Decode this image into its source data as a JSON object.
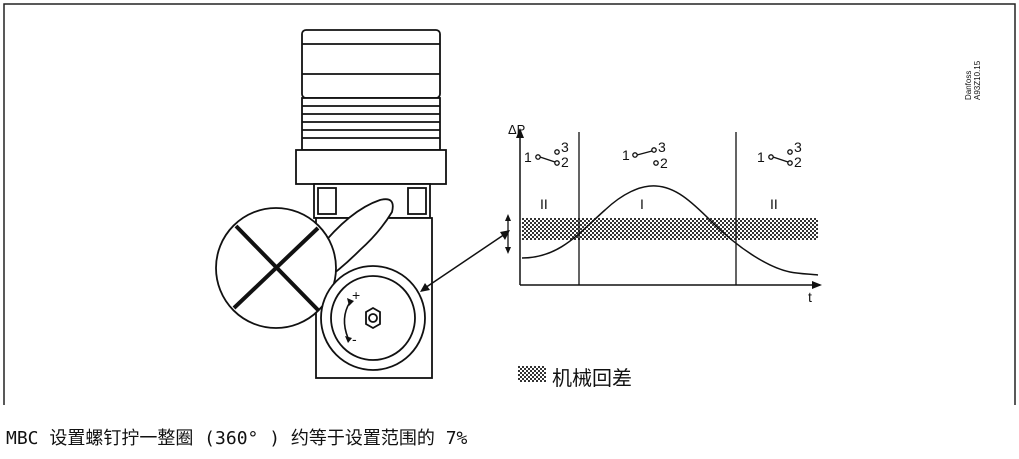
{
  "brand": {
    "line1": "Danfoss",
    "line2": "A93Z10.15"
  },
  "graph": {
    "y_axis_label": "ΔP",
    "x_axis_label": "t",
    "zones": [
      "II",
      "I",
      "II"
    ],
    "switch_terminals": {
      "common": "1",
      "upper": "3",
      "lower": "2"
    }
  },
  "legend": {
    "label": "机械回差"
  },
  "caption": "MBC 设置螺钉拧一整圈 (360° ) 约等于设置范围的 7%",
  "colors": {
    "line": "#111111",
    "hatch": "#555555",
    "frame": "#222222"
  }
}
